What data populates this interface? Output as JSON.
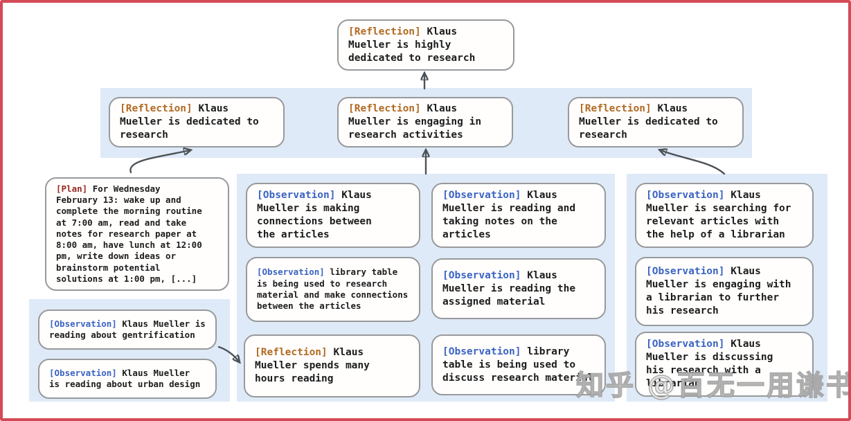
{
  "frame": {
    "border_color": "#d44a57",
    "band_color": "#dfeaf8",
    "box_border_color": "#98999b",
    "arrow_color": "#4d5257"
  },
  "tag_colors": {
    "reflection": "#b16a22",
    "observation": "#3a63c2",
    "plan": "#992a22"
  },
  "nodes": {
    "root": {
      "tag": "[Reflection]",
      "body": "Klaus\nMueller is highly\ndedicated to research"
    },
    "level2": [
      {
        "tag": "[Reflection]",
        "body": "Klaus\nMueller is dedicated to\nresearch"
      },
      {
        "tag": "[Reflection]",
        "body": "Klaus\nMueller is engaging in\nresearch activities"
      },
      {
        "tag": "[Reflection]",
        "body": "Klaus\nMueller is dedicated to\nresearch"
      }
    ],
    "plan": {
      "tag": "[Plan]",
      "body": "For Wednesday\nFebruary 13: wake up and\ncomplete the morning routine\nat 7:00 am, read and take\nnotes for research paper at\n8:00 am, have lunch at 12:00\npm, write down ideas or\nbrainstorm potential\nsolutions at 1:00 pm, [...]"
    },
    "left_group": [
      {
        "tag": "[Observation]",
        "body": "Klaus Mueller is\nreading about gentrification"
      },
      {
        "tag": "[Observation]",
        "body": "Klaus Mueller\nis reading about urban design"
      }
    ],
    "center_col1": [
      {
        "tag": "[Observation]",
        "body": "Klaus\nMueller is making\nconnections between\nthe articles"
      },
      {
        "tag": "[Observation]",
        "body": "library table\nis being used to research\nmaterial and make connections\nbetween the articles"
      },
      {
        "tag": "[Reflection]",
        "body": "Klaus\nMueller spends many\nhours reading"
      }
    ],
    "center_col2": [
      {
        "tag": "[Observation]",
        "body": "Klaus\nMueller is reading and\ntaking notes on the\narticles"
      },
      {
        "tag": "[Observation]",
        "body": "Klaus\nMueller is reading the\nassigned material"
      },
      {
        "tag": "[Observation]",
        "body": "library\ntable is being used to\ndiscuss research material"
      }
    ],
    "right_col": [
      {
        "tag": "[Observation]",
        "body": "Klaus\nMueller is searching for\nrelevant articles with\nthe help of a librarian"
      },
      {
        "tag": "[Observation]",
        "body": "Klaus\nMueller is engaging with\na librarian to further\nhis research"
      },
      {
        "tag": "[Observation]",
        "body": "Klaus\nMueller is discussing\nhis research with a\nlibrarian"
      }
    ]
  },
  "watermark": {
    "text": "知乎 @百无一用谦书生"
  }
}
